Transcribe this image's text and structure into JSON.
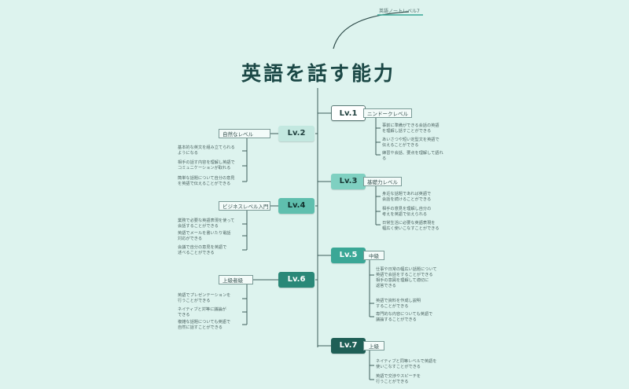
{
  "title": "英語を話す能力",
  "top_note": "英語ノートレベル7",
  "levels": [
    {
      "label": "Lv.1",
      "category": "ニンドークレベル",
      "items": [
        "事前に準備ができる会話の英語\nを理解し話すことができる",
        "あいさつや短い定型文を英語で\n伝えることができる",
        "練習や会話、要点を理解して語れ\nる"
      ]
    },
    {
      "label": "Lv.2",
      "category": "自然なレベル",
      "items": [
        "基本的な英文を組み立てられる\nようになる",
        "相手の話す内容を理解し英語で\nコミュニケーションが取れる",
        "簡単な話題について自分の意見\nを英語で伝えることができる"
      ]
    },
    {
      "label": "Lv.3",
      "category": "基礎力レベル",
      "items": [
        "身近な話題であれば英語で\n会話を続けることができる",
        "相手の意見を理解し自分の\n考えを英語で伝えられる",
        "日常生活に必要な英語表現を\n幅広く使いこなすことができる"
      ]
    },
    {
      "label": "Lv.4",
      "category": "ビジネスレベル入門",
      "items": [
        "業務で必要な英語表現を使って\n会話することができる",
        "英語でメールを書いたり電話\n対応ができる",
        "会議で自分の意見を英語で\n述べることができる"
      ]
    },
    {
      "label": "Lv.5",
      "category": "中級",
      "items": [
        "仕事や日常の幅広い話題について\n英語で会話をすることができる\n相手の意図を理解して適切に\n返答できる",
        "英語で資料を作成し説明\nすることができる",
        "専門的な内容についても英語で\n議論することができる"
      ]
    },
    {
      "label": "Lv.6",
      "category": "上級者級",
      "items": [
        "英語でプレゼンテーションを\n行うことができる",
        "ネイティブと対等に議論が\nできる",
        "複雑な話題についても英語で\n自然に話すことができる"
      ]
    },
    {
      "label": "Lv.7",
      "category": "上級",
      "items": [
        "ネイティブと同等レベルで英語を\n使いこなすことができる",
        "英語で交渉やスピーチを\n行うことができる"
      ]
    }
  ],
  "colors": {
    "lv1": "#ffffff",
    "lv2": "#c3e8e0",
    "lv3": "#7fd0c1",
    "lv4": "#5fbfae",
    "lv5": "#3aa796",
    "lv6": "#2a8878",
    "lv7": "#1f5f56"
  }
}
